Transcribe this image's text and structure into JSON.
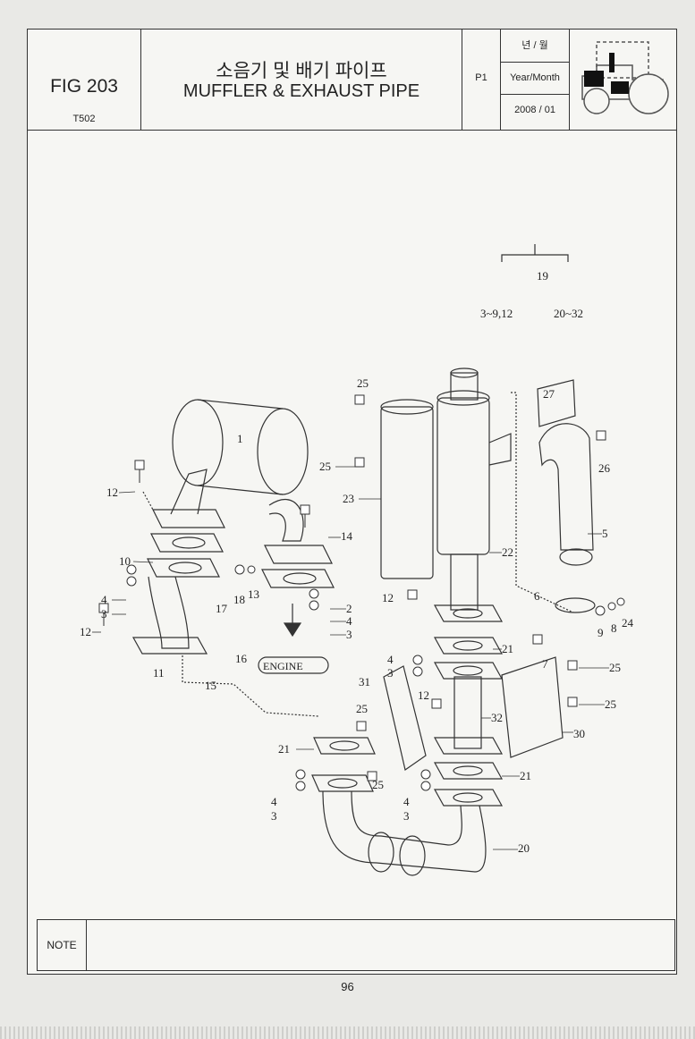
{
  "header": {
    "fig_no": "FIG 203",
    "model": "T502",
    "title_ko": "소음기 및 배기 파이프",
    "title_en": "MUFFLER & EXHAUST PIPE",
    "page": "P1",
    "year_month_ko": "년 / 월",
    "year_month_en": "Year/Month",
    "date": "2008 / 01"
  },
  "assembly": {
    "number": "19",
    "left": "3~9,12",
    "right": "20~32"
  },
  "engine_label": "ENGINE",
  "callouts": {
    "c1": "1",
    "c2": "2",
    "c3a": "3",
    "c3b": "3",
    "c3c": "3",
    "c3d": "3",
    "c3e": "3",
    "c4a": "4",
    "c4b": "4",
    "c4c": "4",
    "c4d": "4",
    "c4e": "4",
    "c5": "5",
    "c6": "6",
    "c7": "7",
    "c8": "8",
    "c9": "9",
    "c10": "10",
    "c11": "11",
    "c12a": "12",
    "c12b": "12",
    "c12c": "12",
    "c12d": "12",
    "c13": "13",
    "c14": "14",
    "c15": "15",
    "c16": "16",
    "c17": "17",
    "c18": "18",
    "c20": "20",
    "c21a": "21",
    "c21b": "21",
    "c21c": "21",
    "c22": "22",
    "c23": "23",
    "c24": "24",
    "c25a": "25",
    "c25b": "25",
    "c25c": "25",
    "c25d": "25",
    "c25e": "25",
    "c25f": "25",
    "c26": "26",
    "c27": "27",
    "c30": "30",
    "c31": "31",
    "c32": "32"
  },
  "note_label": "NOTE",
  "page_number": "96"
}
